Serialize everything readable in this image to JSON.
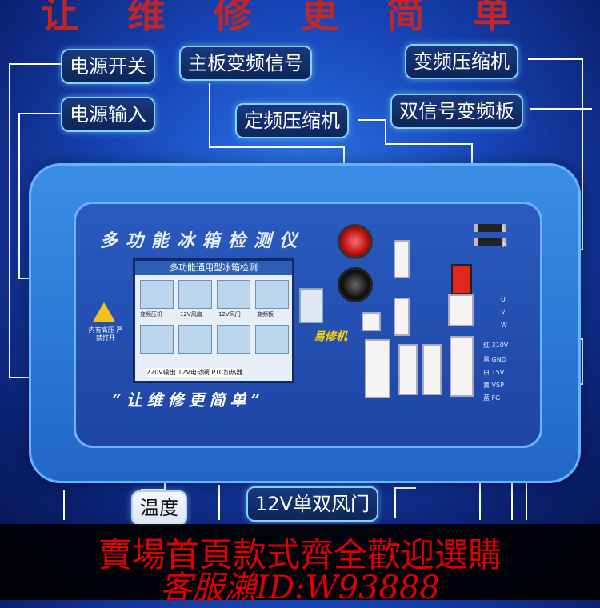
{
  "top_slogan": "让维修更简单",
  "labels": {
    "power_switch": "电源开关",
    "board_signal": "主板变频信号",
    "inverter_compressor": "变频压缩机",
    "power_input": "电源输入",
    "fixed_compressor": "定频压缩机",
    "dual_signal_board": "双信号变频板",
    "temperature": "温度",
    "fan_door": "12V单双风门"
  },
  "device": {
    "title": "多功能冰箱检测仪",
    "slogan": "“让维修更简单”",
    "brand": "易修机",
    "warning": "内有高压 严禁打开",
    "screen_title": "多功能通用型冰箱检测",
    "screen_tiles": [
      "变频压机",
      "12V风扇",
      "12V风门",
      "变频板"
    ],
    "screen_footer": "220V输出 12V电动阀 PTC加热器"
  },
  "panel_marks": {
    "l": "L",
    "n": "N",
    "colors": [
      "红 310V",
      "黑 GND",
      "白 15V",
      "黄 VSP",
      "蓝 FG"
    ],
    "uvw": [
      "U",
      "V",
      "W"
    ]
  },
  "ad": {
    "line1": "賣場首頁款式齊全歡迎選購",
    "line2": "客服瀨ID:W93888"
  }
}
